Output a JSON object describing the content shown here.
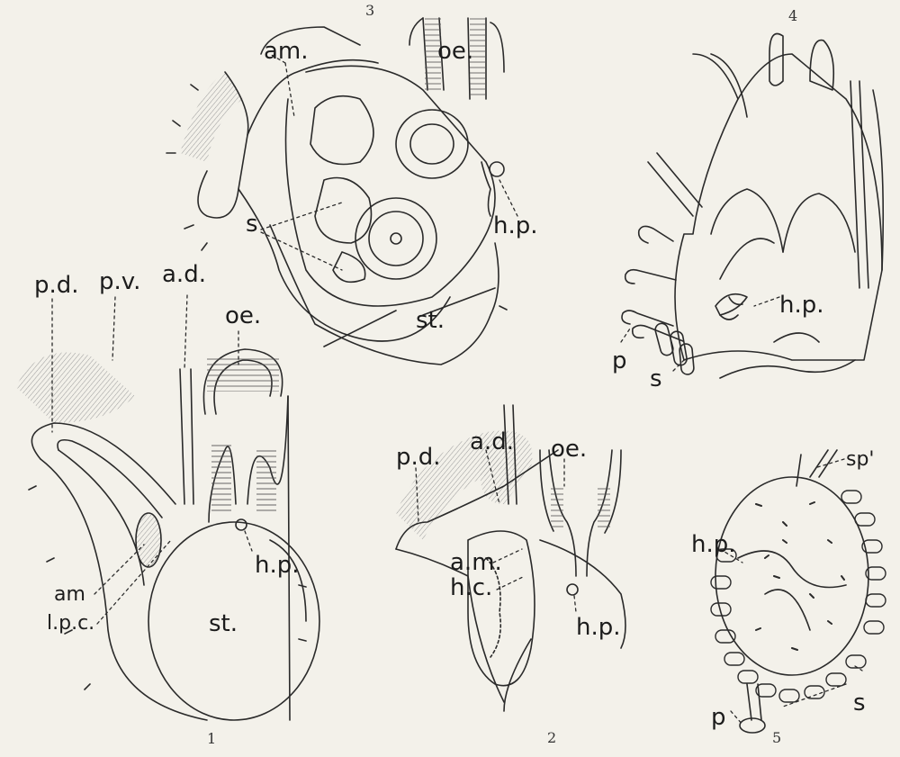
{
  "figures": [
    {
      "number": "1",
      "labels": [
        "p.d.",
        "p.v.",
        "a.d.",
        "oe.",
        "am",
        "l.p.c.",
        "h.p.",
        "st."
      ]
    },
    {
      "number": "2",
      "labels": [
        "p.d.",
        "a.d.",
        "oe.",
        "a.m.",
        "h.c.",
        "h.p."
      ]
    },
    {
      "number": "3",
      "labels": [
        "am.",
        "oe.",
        "s",
        "h.p.",
        "st."
      ]
    },
    {
      "number": "4",
      "labels": [
        "h.p.",
        "p",
        "s"
      ]
    },
    {
      "number": "5",
      "labels": [
        "sp'",
        "h.p.",
        "s",
        "p"
      ]
    }
  ],
  "colors": {
    "ink": "#2a2a2a",
    "paper": "#f3f1ea",
    "hatch": "#8a8a8a"
  }
}
